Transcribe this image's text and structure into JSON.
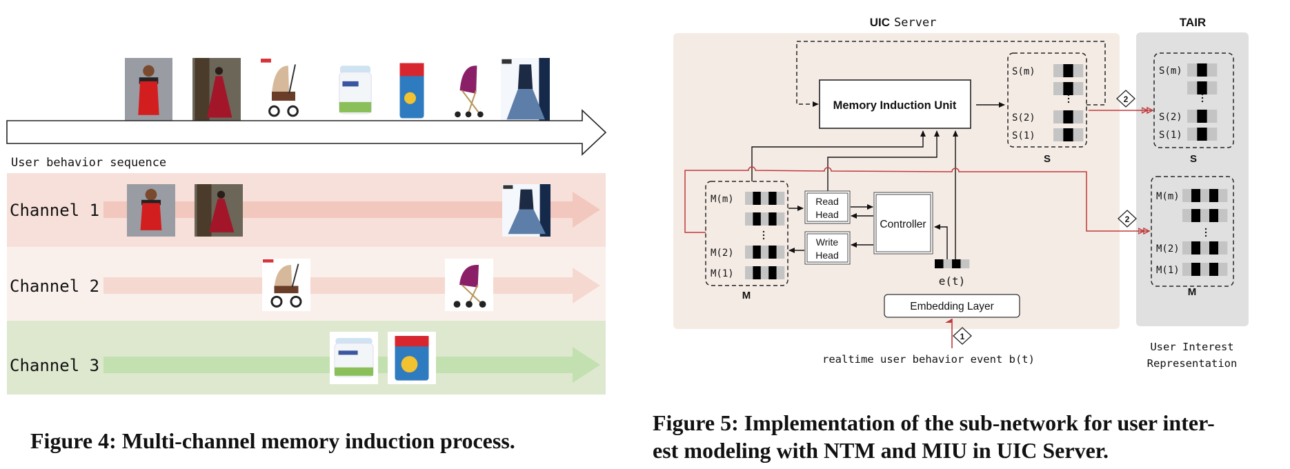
{
  "figure4": {
    "sequence_label": "User behavior sequence",
    "sequence_items": [
      {
        "icon": "red-dress-icon",
        "desc": "red sleeveless dress"
      },
      {
        "icon": "red-long-dress-icon",
        "desc": "red long dress"
      },
      {
        "icon": "baby-stroller-icon",
        "desc": "beige baby stroller"
      },
      {
        "icon": "milk-powder-jar-icon",
        "desc": "Full Cream milk powder jar"
      },
      {
        "icon": "milk-powder-can-icon",
        "desc": "milk powder can"
      },
      {
        "icon": "baby-stroller-icon",
        "desc": "purple baby stroller"
      },
      {
        "icon": "denim-dress-icon",
        "desc": "blue denim dress"
      }
    ],
    "channels": [
      {
        "label": "Channel 1",
        "band_color": "#f7e0da",
        "arrow_color": "#f2c7bd",
        "items": [
          0,
          1,
          6
        ]
      },
      {
        "label": "Channel 2",
        "band_color": "#faf0eb",
        "arrow_color": "#f5d9d0",
        "items": [
          2,
          5
        ]
      },
      {
        "label": "Channel 3",
        "band_color": "#dde8cf",
        "arrow_color": "#c3e0b0",
        "items": [
          3,
          4
        ]
      }
    ],
    "caption": "Figure 4: Multi-channel memory induction process."
  },
  "figure5": {
    "uic_title_bold": "UIC",
    "uic_title_rest": "Server",
    "tair_title": "TAIR",
    "miu_label": "Memory Induction Unit",
    "read_head": [
      "Read",
      "Head"
    ],
    "write_head": [
      "Write",
      "Head"
    ],
    "controller": "Controller",
    "embedding": "Embedding Layer",
    "et_label": "e(t)",
    "event_label": "realtime user behavior event b(t)",
    "s_rows": [
      "S(m)",
      "",
      "S(2)",
      "S(1)"
    ],
    "m_rows": [
      "M(m)",
      "",
      "M(2)",
      "M(1)"
    ],
    "s_name": "S",
    "m_name": "M",
    "step1": "1",
    "step2": "2",
    "tair_caption": [
      "User Interest",
      "Representation"
    ],
    "colors": {
      "uic_panel": "#f5ebe5",
      "tair_panel": "#e0e0e0",
      "red_line": "#c0393b",
      "vector_light": "#c4c4c4",
      "vector_dark": "#000000"
    },
    "caption": [
      "Figure 5: Implementation of the sub-network for user inter-",
      "est modeling with NTM and MIU in UIC Server."
    ]
  }
}
